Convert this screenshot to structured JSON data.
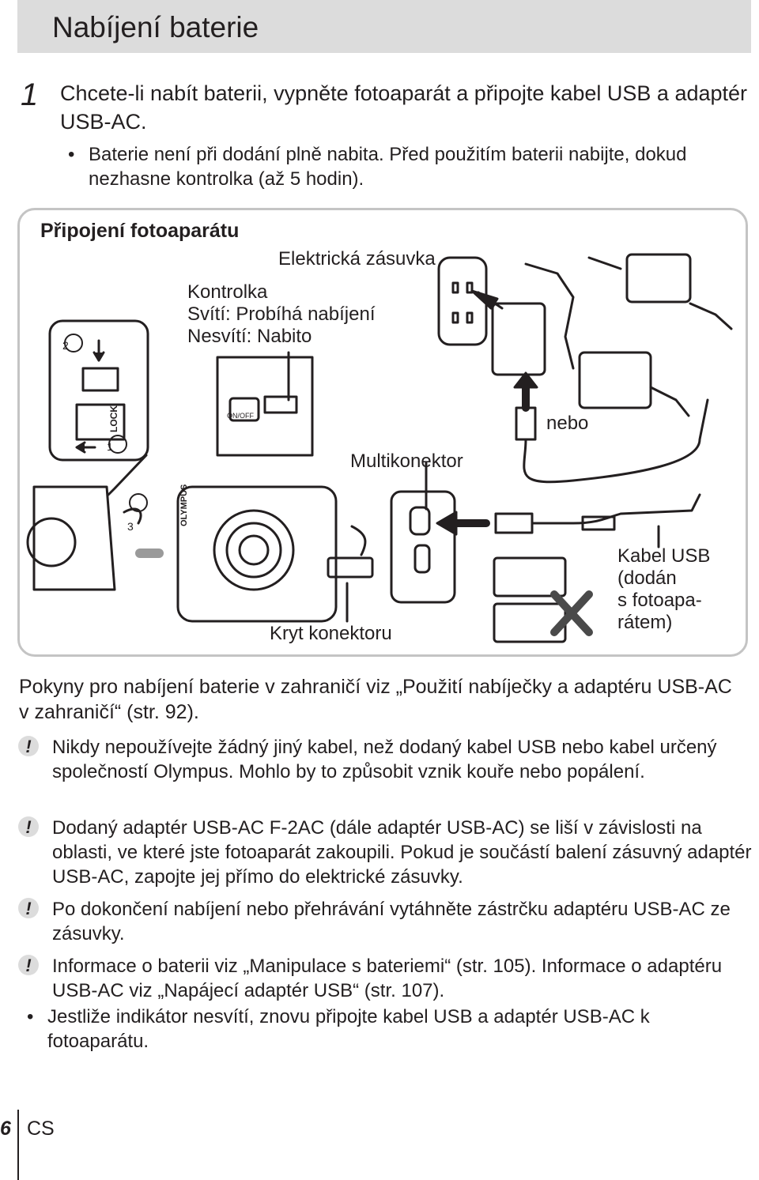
{
  "header": {
    "title": "Nabíjení baterie"
  },
  "step1": {
    "number": "1",
    "text": "Chcete-li nabít baterii, vypněte fotoaparát a připojte kabel USB a adaptér USB-AC.",
    "bullet": "Baterie není při dodání plně nabita. Před použitím baterii nabijte, dokud nezhasne kontrolka (až 5 hodin)."
  },
  "diagram": {
    "title": "Připojení fotoaparátu",
    "outlet_label": "Elektrická zásuvka",
    "indicator_label_1": "Kontrolka",
    "indicator_label_2": "Svítí: Probíhá nabíjení",
    "indicator_label_3": "Nesvítí: Nabito",
    "or_label": "nebo",
    "multiconnector_label": "Multikonektor",
    "connector_cover_label": "Kryt konektoru",
    "usb_cable_label_1": "Kabel USB",
    "usb_cable_label_2": "(dodán",
    "usb_cable_label_3": "s fotoapa-",
    "usb_cable_label_4": "rátem)",
    "step_marks": [
      "1",
      "2",
      "3"
    ],
    "camera_brand": "OLYMPUS",
    "lock_text": "LOCK",
    "onoff_text": "ON/OFF"
  },
  "notes": {
    "abroad": "Pokyny pro nabíjení baterie v zahraničí viz „Použití nabíječky a adaptéru USB-AC v zahraničí“ (str. 92).",
    "warning_1": "Nikdy nepoužívejte žádný jiný kabel, než dodaný kabel USB nebo kabel určený společností Olympus. Mohlo by to způsobit vznik kouře nebo popálení.",
    "warning_2": "Dodaný adaptér USB-AC F-2AC (dále adaptér USB-AC) se liší v závislosti na oblasti, ve které jste fotoaparát zakoupili. Pokud je součástí balení zásuvný adaptér USB-AC, zapojte jej přímo do elektrické zásuvky.",
    "warning_3": "Po dokončení nabíjení nebo přehrávání vytáhněte zástrčku adaptéru USB-AC ze zásuvky.",
    "warning_4": "Informace o baterii viz „Manipulace s bateriemi“ (str. 105). Informace o adaptéru USB-AC viz „Napájecí adaptér USB“ (str. 107).",
    "bullet_final": "Jestliže indikátor nesvítí, znovu připojte kabel USB a adaptér USB-AC k fotoaparátu."
  },
  "footer": {
    "page_number": "6",
    "language": "CS"
  }
}
